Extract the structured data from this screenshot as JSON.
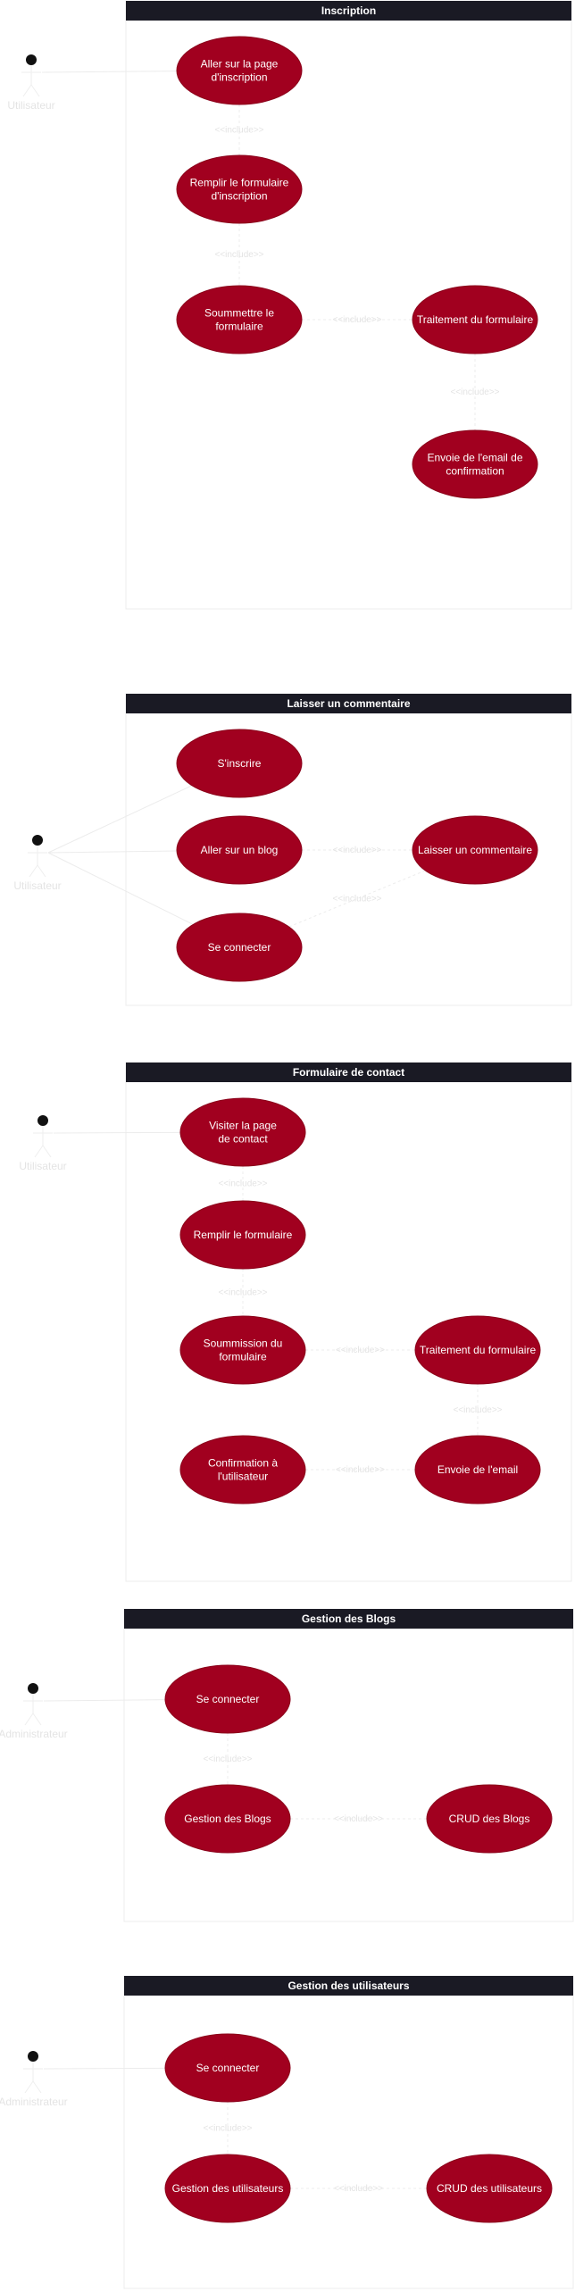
{
  "diagrams": [
    {
      "title": "Inscription",
      "actor": "Utilisateur",
      "usecases": [
        {
          "id": "i1",
          "label": [
            "Aller sur la page",
            "d'inscription"
          ]
        },
        {
          "id": "i2",
          "label": [
            "Remplir le formulaire",
            "d'inscription"
          ]
        },
        {
          "id": "i3",
          "label": [
            "Soummettre le",
            "formulaire"
          ]
        },
        {
          "id": "i4",
          "label": [
            "Traitement du formulaire"
          ]
        },
        {
          "id": "i5",
          "label": [
            "Envoie de l'email de",
            "confirmation"
          ]
        }
      ],
      "relations": [
        {
          "from": "i1",
          "to": "i2",
          "label": "<<include>>"
        },
        {
          "from": "i2",
          "to": "i3",
          "label": "<<include>>"
        },
        {
          "from": "i3",
          "to": "i4",
          "label": "<<include>>"
        },
        {
          "from": "i4",
          "to": "i5",
          "label": "<<include>>"
        }
      ]
    },
    {
      "title": "Laisser un commentaire",
      "actor": "Utilisateur",
      "usecases": [
        {
          "id": "c1",
          "label": [
            "S'inscrire"
          ]
        },
        {
          "id": "c2",
          "label": [
            "Aller sur un blog"
          ]
        },
        {
          "id": "c3",
          "label": [
            "Se connecter"
          ]
        },
        {
          "id": "c4",
          "label": [
            "Laisser un commentaire"
          ]
        }
      ],
      "relations": [
        {
          "from": "c2",
          "to": "c4",
          "label": "<<include>>"
        },
        {
          "from": "c4",
          "to": "c3",
          "label": "<<include>>"
        }
      ]
    },
    {
      "title": "Formulaire de contact",
      "actor": "Utilisateur",
      "usecases": [
        {
          "id": "f1",
          "label": [
            "Visiter la page",
            "de contact"
          ]
        },
        {
          "id": "f2",
          "label": [
            "Remplir le formulaire"
          ]
        },
        {
          "id": "f3",
          "label": [
            "Soummission du",
            "formulaire"
          ]
        },
        {
          "id": "f4",
          "label": [
            "Traitement du formulaire"
          ]
        },
        {
          "id": "f5",
          "label": [
            "Confirmation à",
            "l'utilisateur"
          ]
        },
        {
          "id": "f6",
          "label": [
            "Envoie de l'email"
          ]
        }
      ],
      "relations": [
        {
          "from": "f1",
          "to": "f2",
          "label": "<<include>>"
        },
        {
          "from": "f2",
          "to": "f3",
          "label": "<<include>>"
        },
        {
          "from": "f3",
          "to": "f4",
          "label": "<<include>>"
        },
        {
          "from": "f4",
          "to": "f6",
          "label": "<<include>>"
        },
        {
          "from": "f5",
          "to": "f6",
          "label": "<<include>>"
        }
      ]
    },
    {
      "title": "Gestion des Blogs",
      "actor": "Administrateur",
      "usecases": [
        {
          "id": "b1",
          "label": [
            "Se connecter"
          ]
        },
        {
          "id": "b2",
          "label": [
            "Gestion des Blogs"
          ]
        },
        {
          "id": "b3",
          "label": [
            "CRUD des Blogs"
          ]
        }
      ],
      "relations": [
        {
          "from": "b1",
          "to": "b2",
          "label": "<<include>>"
        },
        {
          "from": "b2",
          "to": "b3",
          "label": "<<include>>"
        }
      ]
    },
    {
      "title": "Gestion des utilisateurs",
      "actor": "Administrateur",
      "usecases": [
        {
          "id": "u1",
          "label": [
            "Se connecter"
          ]
        },
        {
          "id": "u2",
          "label": [
            "Gestion des utilisateurs"
          ]
        },
        {
          "id": "u3",
          "label": [
            "CRUD des utilisateurs"
          ]
        }
      ],
      "relations": [
        {
          "from": "u1",
          "to": "u2",
          "label": "<<include>>"
        },
        {
          "from": "u2",
          "to": "u3",
          "label": "<<include>>"
        }
      ]
    }
  ],
  "colors": {
    "usecase_fill": "#a1001f",
    "title_bar": "#1a1a24",
    "actor_head": "#111111",
    "faint_lines": "#ececec"
  }
}
